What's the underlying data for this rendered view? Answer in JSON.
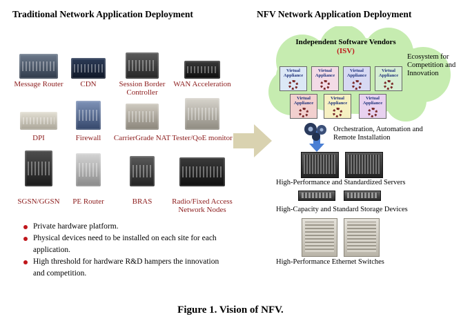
{
  "left": {
    "title": "Traditional Network Application Deployment",
    "devices": [
      {
        "label": "Message Router",
        "icon": "message-router-icon"
      },
      {
        "label": "CDN",
        "icon": "cdn-icon"
      },
      {
        "label": "Session Border Controller",
        "icon": "session-border-controller-icon"
      },
      {
        "label": "WAN Acceleration",
        "icon": "wan-acceleration-icon"
      },
      {
        "label": "DPI",
        "icon": "dpi-icon"
      },
      {
        "label": "Firewall",
        "icon": "firewall-icon"
      },
      {
        "label": "CarrierGrade NAT",
        "icon": "carrier-grade-nat-icon"
      },
      {
        "label": "Tester/QoE monitor",
        "icon": "tester-qoe-monitor-icon"
      },
      {
        "label": "SGSN/GGSN",
        "icon": "sgsn-ggsn-icon"
      },
      {
        "label": "PE Router",
        "icon": "pe-router-icon"
      },
      {
        "label": "BRAS",
        "icon": "bras-icon"
      },
      {
        "label": "Radio/Fixed Access Network Nodes",
        "icon": "radio-access-node-icon"
      }
    ],
    "bullets": [
      "Private hardware platform.",
      "Physical devices need to be installed on each site for each application.",
      "High threshold for hardware R&D hampers the innovation and competition."
    ]
  },
  "right": {
    "title": "NFV Network Application Deployment",
    "cloud_title": "Independent Software Vendors",
    "cloud_subtitle": "(ISV)",
    "ecosystem_label": "Ecosystem for Competition and Innovation",
    "virtual_appliance_label": "Virtual Appliance",
    "orchestration_label": "Orchestration, Automation and Remote Installation",
    "servers_label": "High-Performance and Standardized Servers",
    "storage_label": "High-Capacity and Standard Storage Devices",
    "switches_label": "High-Performance Ethernet Switches"
  },
  "caption": "Figure 1. Vision of NFV.",
  "colors": {
    "device_label": "#8b1a1a",
    "bullet": "#c0161b",
    "cloud": "#c6ecb0",
    "arrow": "#d9d2b0",
    "isv": "#c0161b",
    "down_arrow": "#4a7fd4"
  }
}
